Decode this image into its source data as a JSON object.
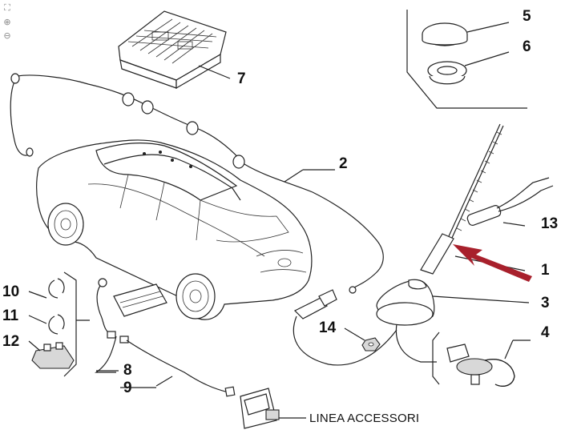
{
  "diagram": {
    "callouts": [
      {
        "id": "c1",
        "label": "1"
      },
      {
        "id": "c2",
        "label": "2"
      },
      {
        "id": "c3",
        "label": "3"
      },
      {
        "id": "c4",
        "label": "4"
      },
      {
        "id": "c5",
        "label": "5"
      },
      {
        "id": "c6",
        "label": "6"
      },
      {
        "id": "c7",
        "label": "7"
      },
      {
        "id": "c8",
        "label": "8"
      },
      {
        "id": "c9",
        "label": "9"
      },
      {
        "id": "c10",
        "label": "10"
      },
      {
        "id": "c11",
        "label": "11"
      },
      {
        "id": "c12",
        "label": "12"
      },
      {
        "id": "c13",
        "label": "13"
      },
      {
        "id": "c14",
        "label": "14"
      }
    ],
    "accessory_label": "LINEA ACCESSORI",
    "highlight_color": "#a8202c"
  },
  "viewer": {
    "controls": [
      {
        "name": "fit-icon",
        "glyph": "⛶"
      },
      {
        "name": "zoom-in-icon",
        "glyph": "⊕"
      },
      {
        "name": "zoom-out-icon",
        "glyph": "⊖"
      }
    ]
  }
}
